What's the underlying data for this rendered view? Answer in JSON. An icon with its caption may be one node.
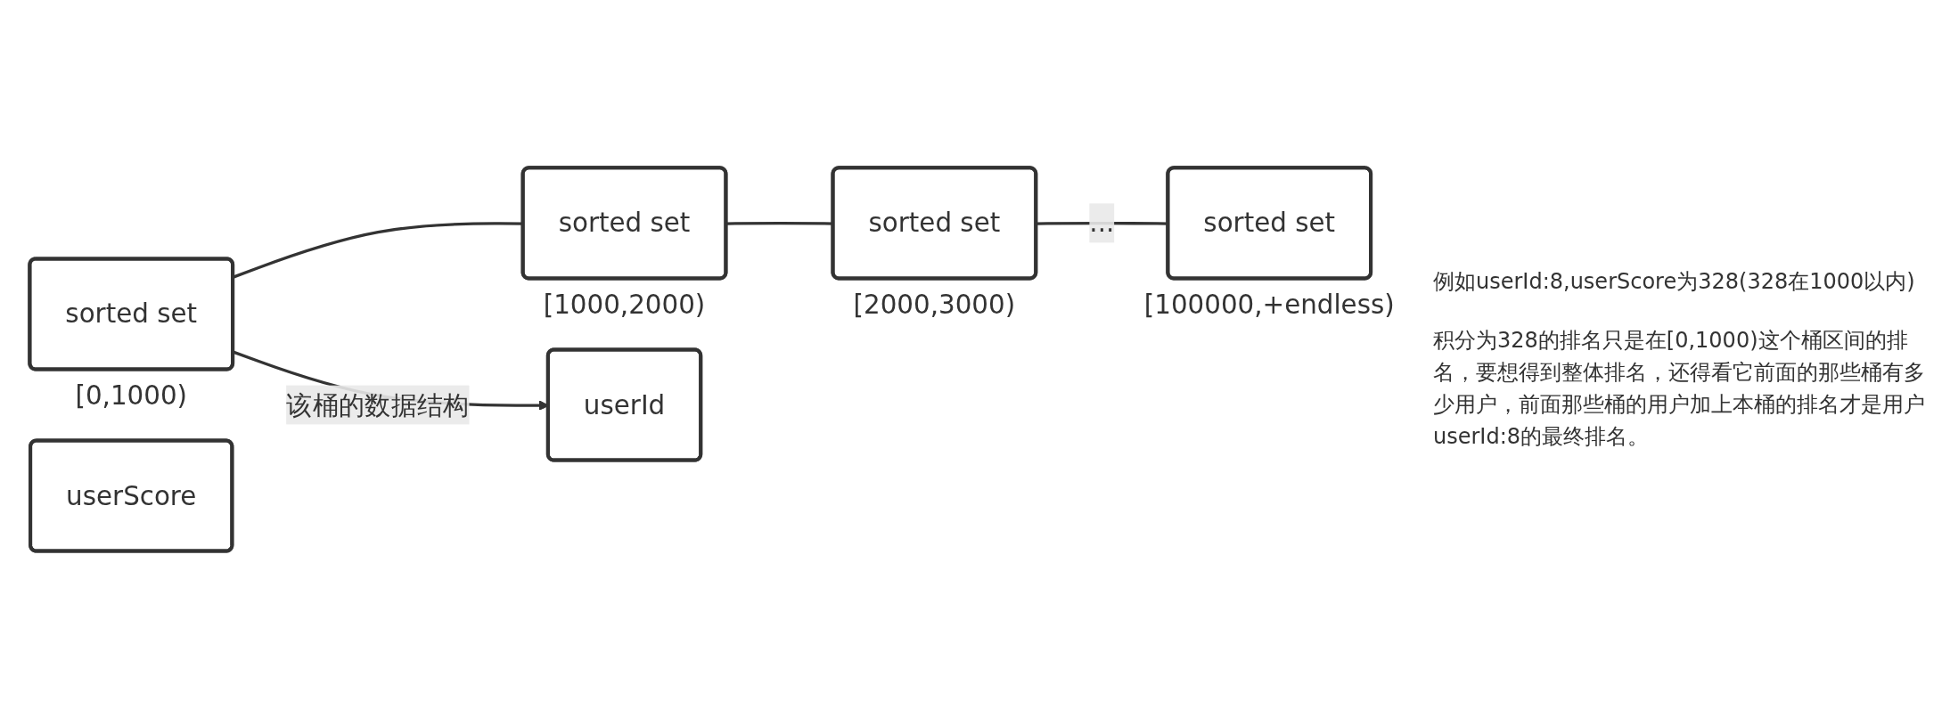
{
  "diagram": {
    "nodes": [
      {
        "text": [
          "sorted set"
        ],
        "beside": [
          "[0,1000)"
        ]
      },
      {
        "text": [
          "sorted set"
        ],
        "beside": [
          "[1000,2000)"
        ]
      },
      {
        "text": [
          "sorted set"
        ],
        "beside": [
          "[2000,3000)"
        ]
      },
      {
        "text": [
          "sorted set"
        ],
        "beside": [
          "[100000,+endless)"
        ]
      },
      {
        "text": [
          "userId"
        ]
      },
      {
        "text": [
          "userScore"
        ]
      }
    ],
    "edges": [
      {
        "from": 0,
        "to": 1,
        "arrow": "none"
      },
      {
        "from": 1,
        "to": 2,
        "arrow": "none"
      },
      {
        "from": 2,
        "to": 3,
        "arrow": "none",
        "label": "..."
      },
      {
        "from": 0,
        "to": 4,
        "arrow": "to",
        "label": "该桶的数据结构"
      }
    ],
    "labels": [
      "例如userId:8,userScore为328(328在1000以内)",
      "积分为328的排名只是在[0,1000)这个桶区间的排名，要想得到整体排名，还得看它前面的那些桶有多少用户，前面那些桶的用户加上本桶的排名才是用户userId:8的最终排名。"
    ]
  }
}
